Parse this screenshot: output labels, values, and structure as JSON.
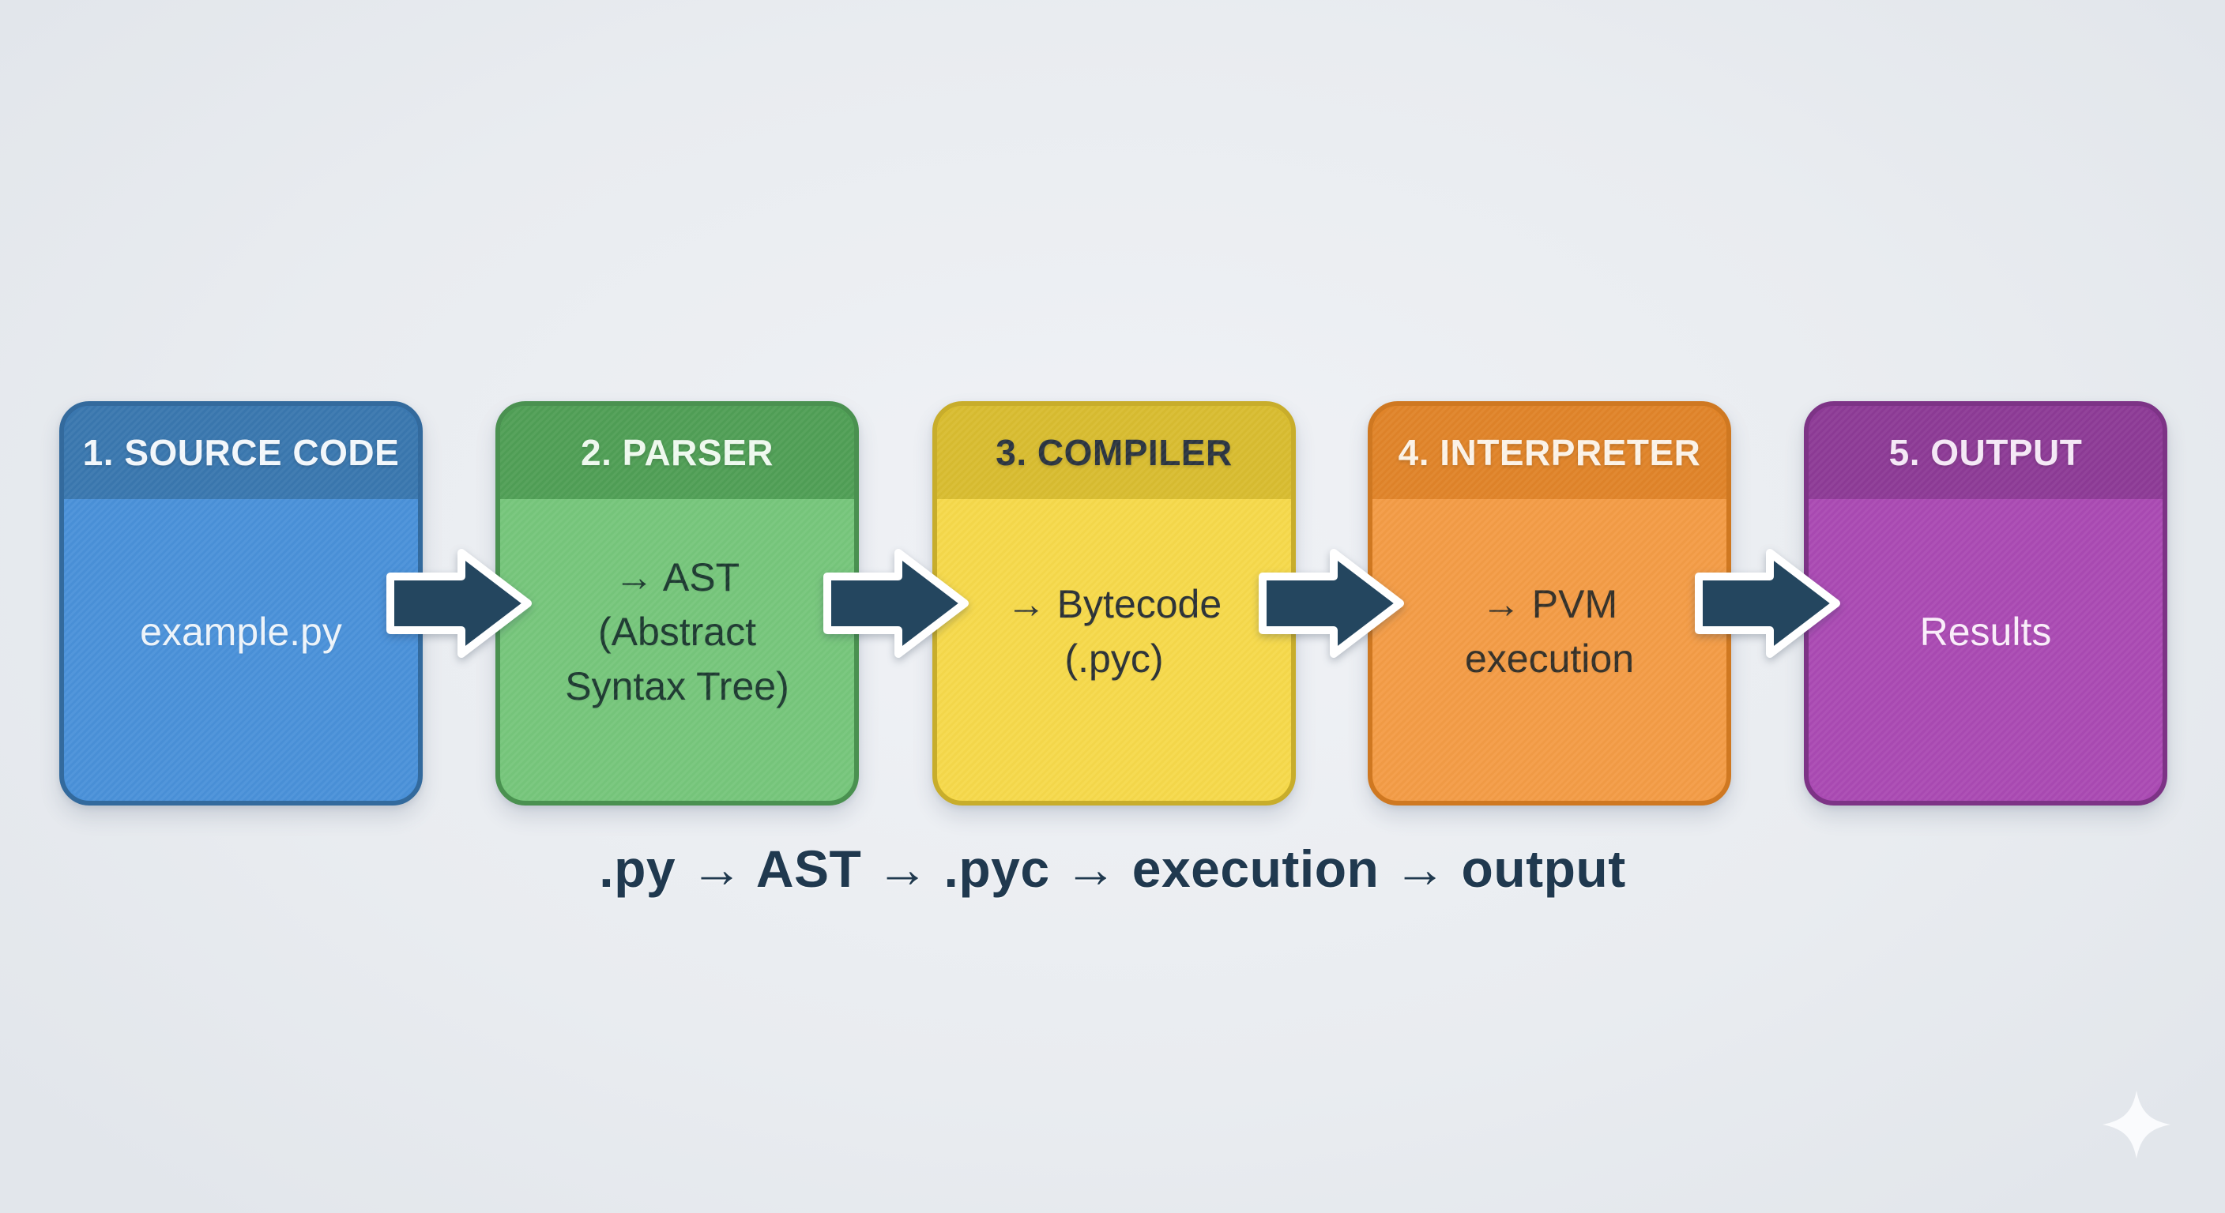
{
  "diagram": {
    "title_hint": "Python execution pipeline",
    "stages": [
      {
        "title": "1. SOURCE CODE",
        "body": "example.py",
        "colors": {
          "header_bg": "#3a77af",
          "body_bg": "#4a91d9",
          "border": "#336a9d",
          "title_text": "#f3f8fc",
          "body_text": "#eef5fb"
        }
      },
      {
        "title": "2. PARSER",
        "body": "→ AST\n(Abstract\nSyntax Tree)",
        "colors": {
          "header_bg": "#509f56",
          "body_bg": "#76c67b",
          "border": "#4a9150",
          "title_text": "#effaef",
          "body_text": "#1d3a31"
        }
      },
      {
        "title": "3. COMPILER",
        "body": "→ Bytecode\n(.pyc)",
        "colors": {
          "header_bg": "#d8bc30",
          "body_bg": "#f6d94b",
          "border": "#c8ad2b",
          "title_text": "#2b3440",
          "body_text": "#2a3136"
        }
      },
      {
        "title": "4. INTERPRETER",
        "body": "→ PVM\nexecution",
        "colors": {
          "header_bg": "#e08429",
          "body_bg": "#f39c46",
          "border": "#cf7821",
          "title_text": "#fcf3e8",
          "body_text": "#343028"
        }
      },
      {
        "title": "5. OUTPUT",
        "body": "Results",
        "colors": {
          "header_bg": "#8d3b96",
          "body_bg": "#aa4ab3",
          "border": "#7d3386",
          "title_text": "#f6e9f7",
          "body_text": "#fbeefb"
        }
      }
    ],
    "arrow_color": "#24465f",
    "arrow_outline": "#ffffff"
  },
  "summary": {
    "text": ".py → AST → .pyc → execution → output",
    "color": "#20394f"
  },
  "footer": {
    "sparkle_color": "#fafbfd"
  }
}
